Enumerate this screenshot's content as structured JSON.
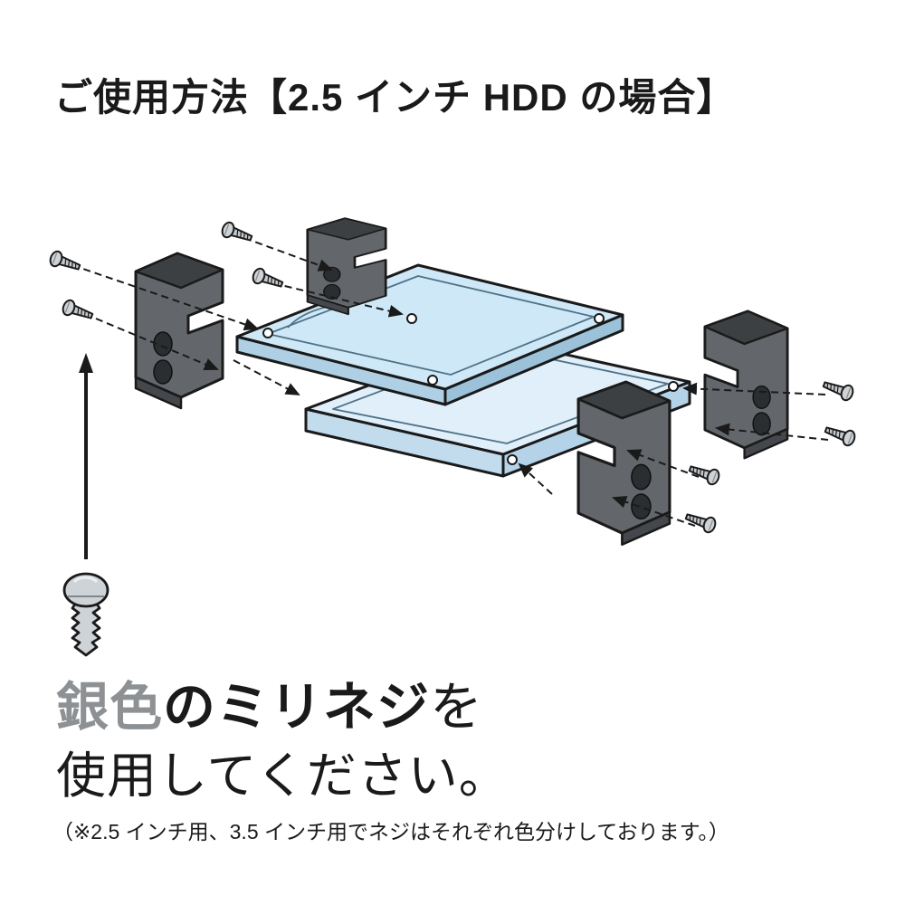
{
  "title": "ご使用方法【2.5 インチ HDD の場合】",
  "caption": {
    "highlight": "銀色",
    "bold": "のミリネジ",
    "particle": "を",
    "line2": "使用してください。"
  },
  "note": "（※2.5 インチ用、3.5 インチ用でネジはそれぞれ色分けしております。）",
  "illustration": {
    "description_parts": {
      "hdd_top_drive": "2.5-inch HDD (upper)",
      "hdd_bottom_drive": "2.5-inch HDD (lower)",
      "mounting_brackets": 4,
      "small_screws": 8,
      "silver_screw_icon": "silver millimeter screw",
      "up_arrow": "arrow pointing from screw to assembly"
    }
  },
  "colors": {
    "highlight_text": "#8e9194",
    "hdd_fill": "#cfe8f7",
    "hdd_fill_light": "#e0eff9",
    "bracket_fill": "#63676b",
    "screw_fill": "#ced3d7",
    "outline": "#1a1a1a"
  }
}
